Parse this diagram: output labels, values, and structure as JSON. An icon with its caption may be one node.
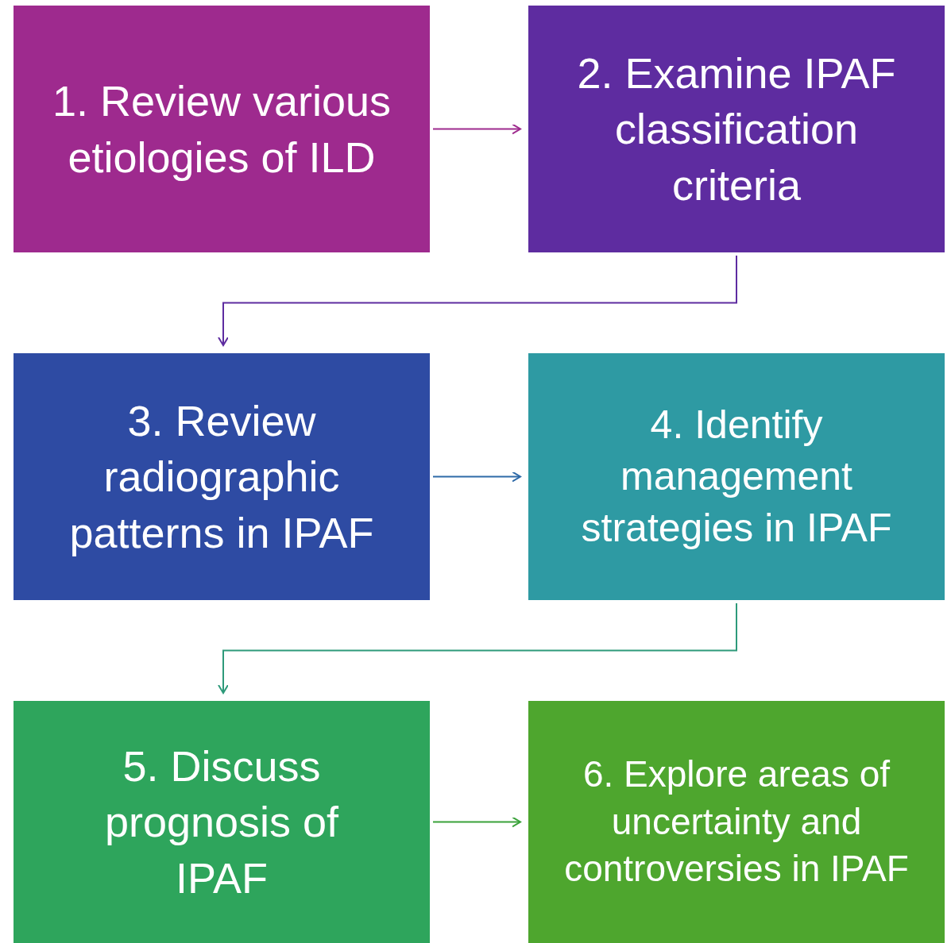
{
  "diagram": {
    "nodes": [
      {
        "text": [
          "1. Review various etiologies of ILD"
        ]
      },
      {
        "text": [
          "2. Examine IPAF classification criteria"
        ]
      },
      {
        "text": [
          "3. Review radiographic patterns in IPAF"
        ]
      },
      {
        "text": [
          "4. Identify management strategies in IPAF"
        ]
      },
      {
        "text": [
          "5. Discuss prognosis of IPAF"
        ]
      },
      {
        "text": [
          "6. Explore areas of uncertainty and controversies in IPAF"
        ]
      }
    ],
    "edges": [
      {
        "from": 0,
        "to": 1,
        "arrow": "to",
        "color": "#9e2a8e"
      },
      {
        "from": 1,
        "to": 2,
        "arrow": "to",
        "color": "#5e2ca0"
      },
      {
        "from": 2,
        "to": 3,
        "arrow": "to",
        "color": "#2e6aa8"
      },
      {
        "from": 3,
        "to": 4,
        "arrow": "to",
        "color": "#2e9a7a"
      },
      {
        "from": 4,
        "to": 5,
        "arrow": "to",
        "color": "#3aa23a"
      }
    ]
  }
}
